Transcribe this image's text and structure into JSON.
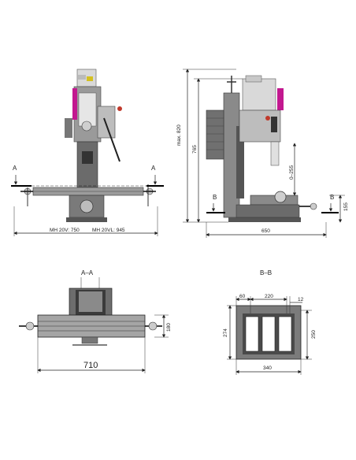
{
  "front_view": {
    "section_mark_left": "A",
    "section_mark_right": "A",
    "width_label_1": "MH 20V: 750",
    "width_label_2": "MH 20VL: 945"
  },
  "side_view": {
    "height_max_label": "max. 820",
    "height_label": "765",
    "quill_travel_label": "0–255",
    "base_height_label": "155",
    "depth_label": "650",
    "section_mark_left": "B",
    "section_mark_right": "B"
  },
  "section_aa": {
    "title": "A–A",
    "table_width_label": "710",
    "table_height_label": "180"
  },
  "section_bb": {
    "title": "B–B",
    "slot_offset_label": "60",
    "slot_spacing_label": "220",
    "slot_width_label": "12",
    "outer_height_label": "274",
    "inner_height_label": "250",
    "outer_width_label": "340"
  },
  "colors": {
    "accent_magenta": "#c2188f",
    "machine_gray": "#8a8a8a",
    "dark_gray": "#3a3a3a"
  }
}
